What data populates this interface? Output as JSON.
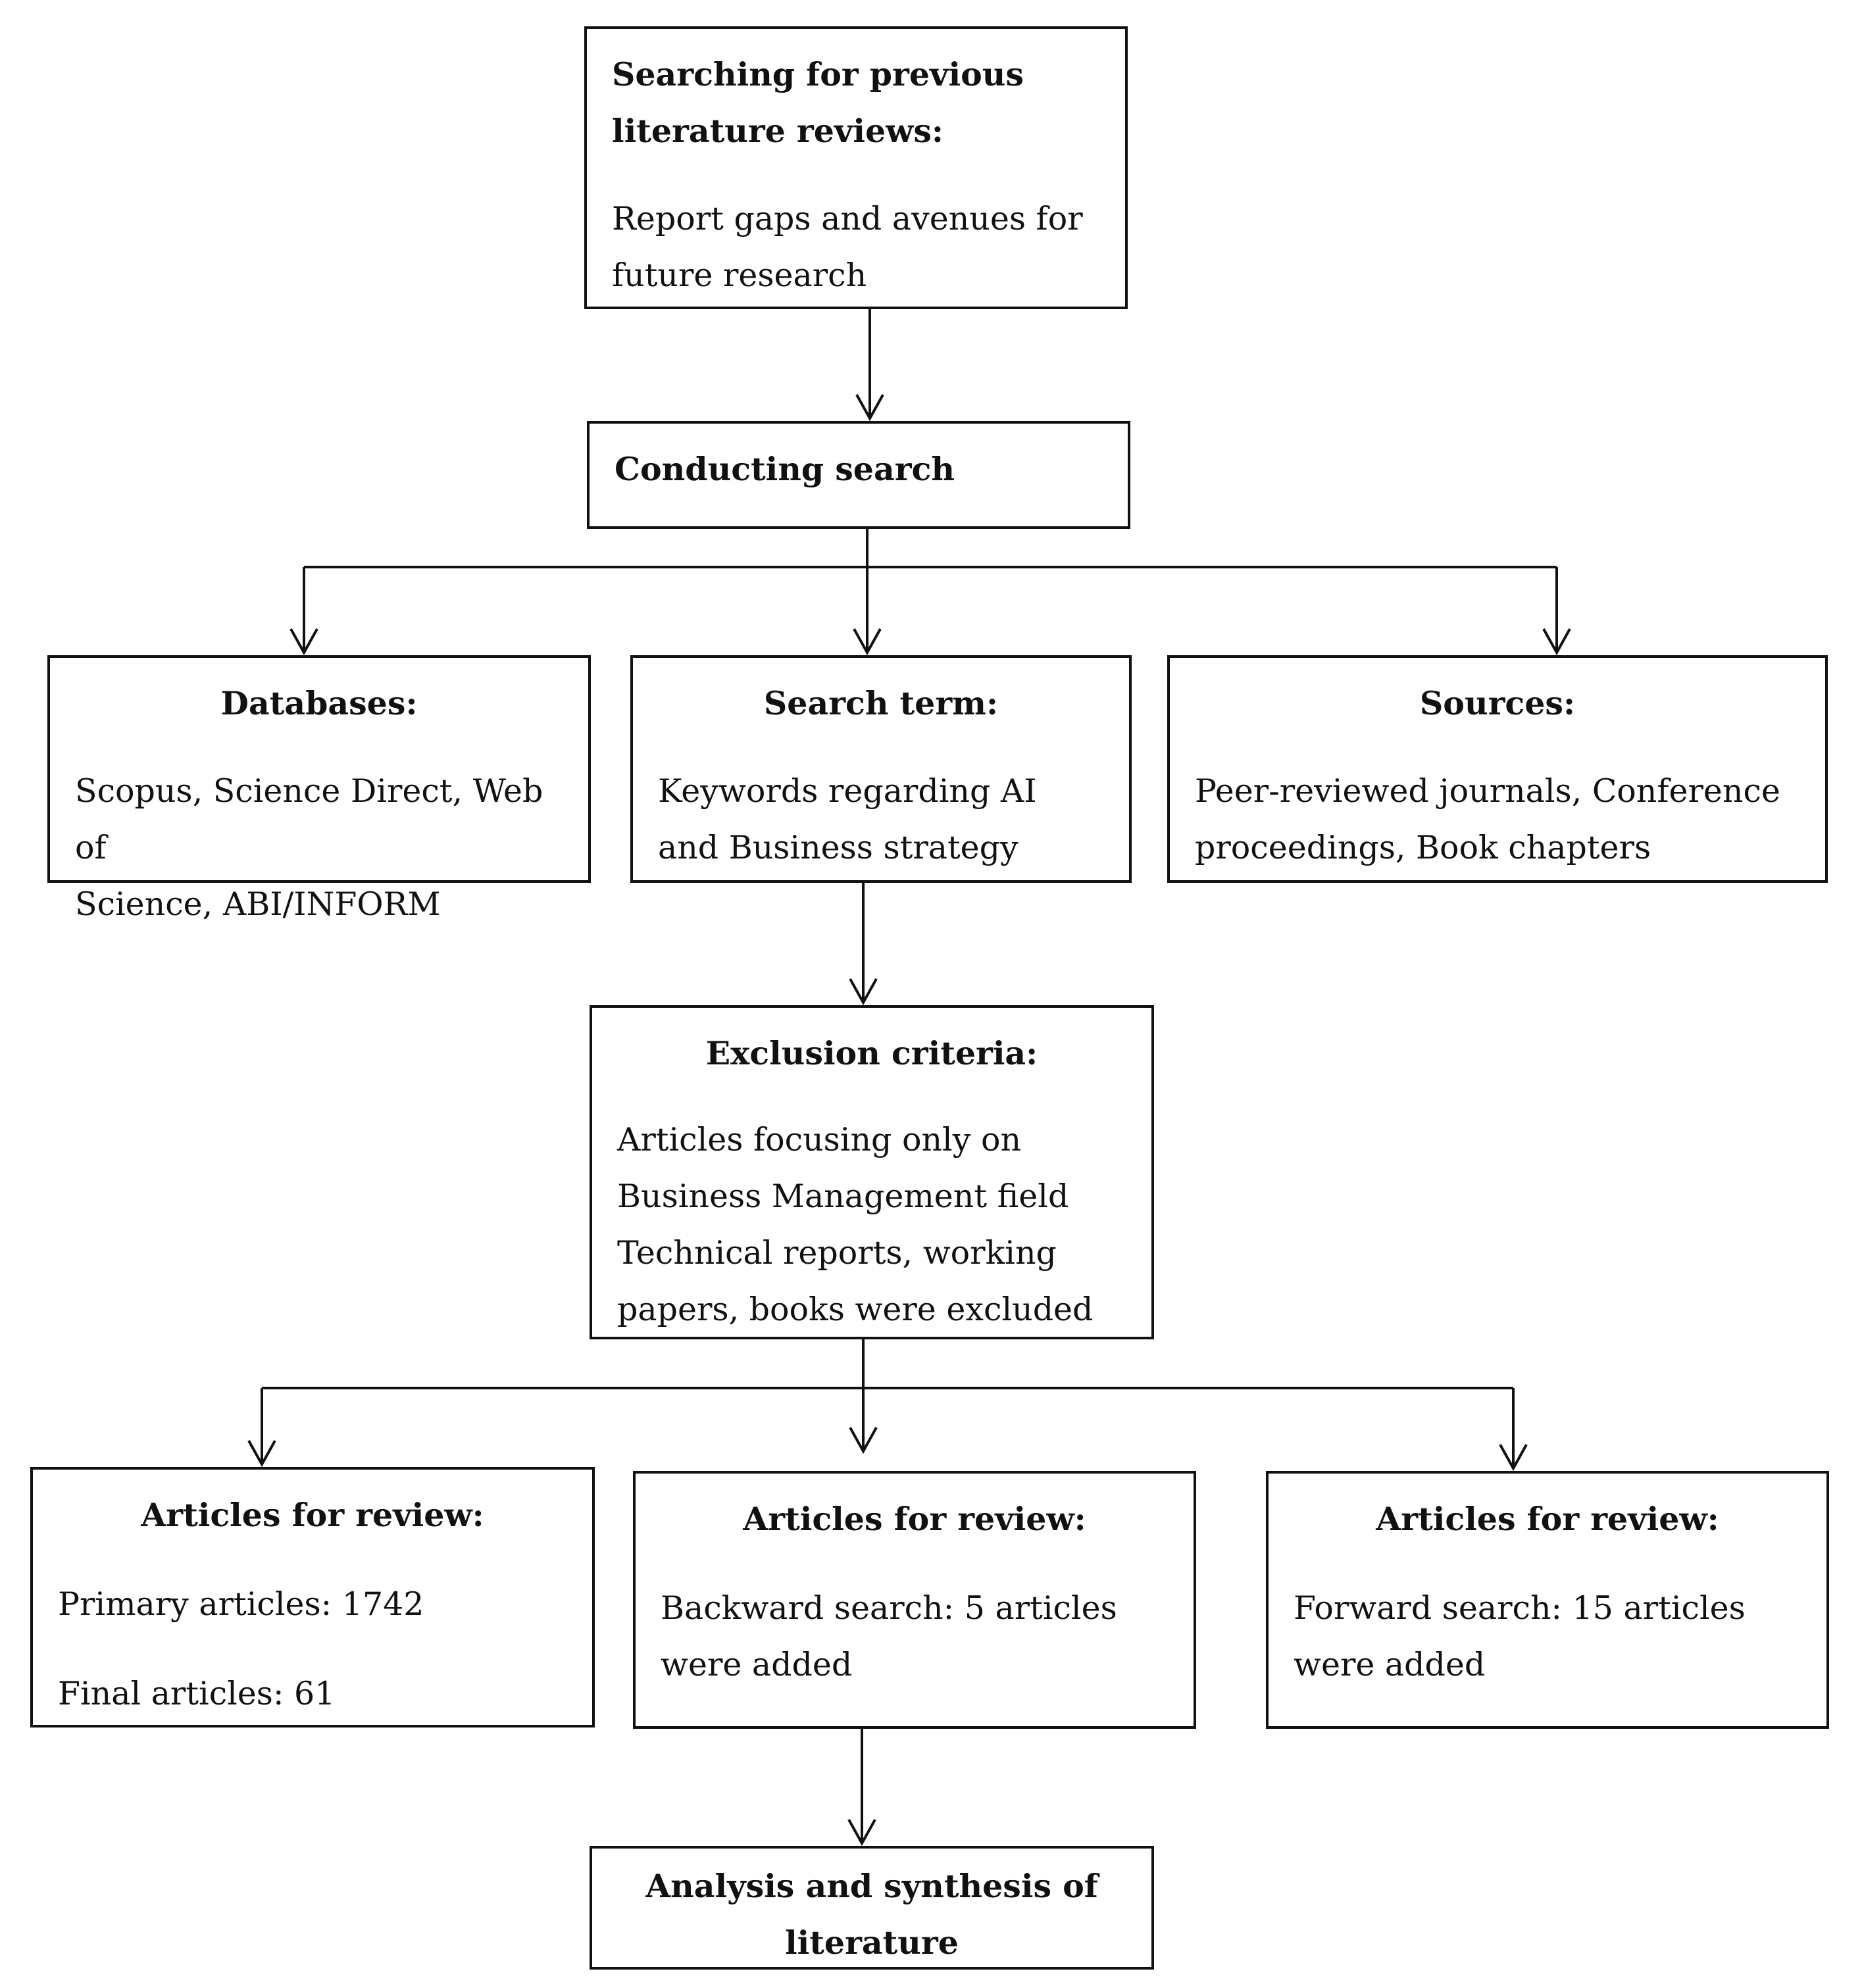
{
  "search_box": {
    "title_line1": "Searching for previous",
    "title_line2": "literature reviews:",
    "body_line1": "Report gaps and avenues for",
    "body_line2": "future research"
  },
  "conduct_box": {
    "title": "Conducting search"
  },
  "databases_box": {
    "title": "Databases:",
    "body_line1": "Scopus, Science Direct, Web of",
    "body_line2": "Science, ABI/INFORM"
  },
  "search_term_box": {
    "title": "Search term:",
    "body_line1": "Keywords regarding AI",
    "body_line2": "and Business strategy"
  },
  "sources_box": {
    "title": "Sources:",
    "body_line1": "Peer-reviewed journals, Conference",
    "body_line2": "proceedings, Book chapters"
  },
  "exclusion_box": {
    "title": "Exclusion criteria:",
    "body_lines": [
      "Articles focusing only on",
      "Business Management field",
      "Technical reports, working",
      "papers, books were excluded"
    ]
  },
  "articles_primary_box": {
    "title": "Articles for review:",
    "primary": "Primary articles: 1742",
    "final": "Final articles: 61"
  },
  "articles_backward_box": {
    "title": "Articles for review:",
    "body_line1": "Backward search: 5 articles",
    "body_line2": "were added"
  },
  "articles_forward_box": {
    "title": "Articles for review:",
    "body_line1": "Forward search: 15 articles",
    "body_line2": "were added"
  },
  "final_box": {
    "title_line1": "Analysis and synthesis of",
    "title_line2": "literature"
  }
}
